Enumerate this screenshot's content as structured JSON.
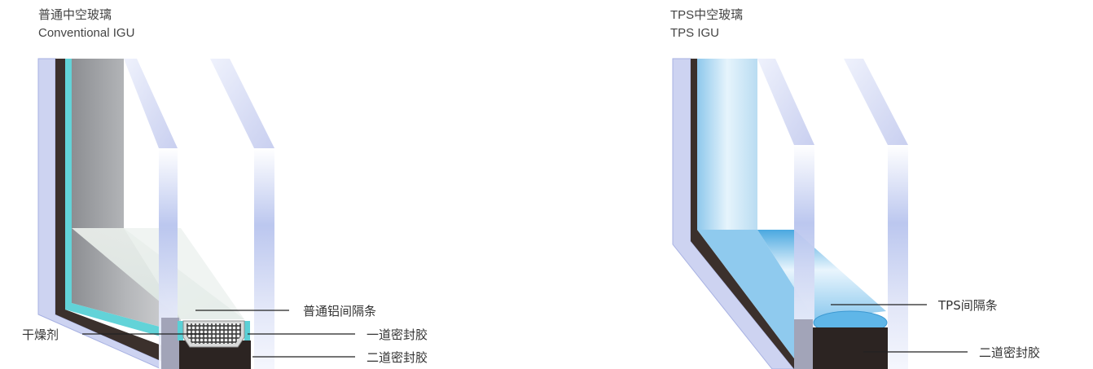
{
  "left": {
    "title_cn": "普通中空玻璃",
    "title_en": "Conventional IGU",
    "labels": {
      "spacer": "普通铝间隔条",
      "desiccant": "干燥剂",
      "primary_seal": "一道密封胶",
      "secondary_seal": "二道密封胶"
    }
  },
  "right": {
    "title_cn": "TPS中空玻璃",
    "title_en": "TPS IGU",
    "labels": {
      "spacer": "TPS间隔条",
      "secondary_seal": "二道密封胶"
    }
  },
  "colors": {
    "glass": "#c9cff0",
    "glass_edge": "#9aa6de",
    "sealant": "#3a2f2b",
    "primary_seal": "#5ad0d6",
    "tps_blue": "#5cb4e6"
  }
}
